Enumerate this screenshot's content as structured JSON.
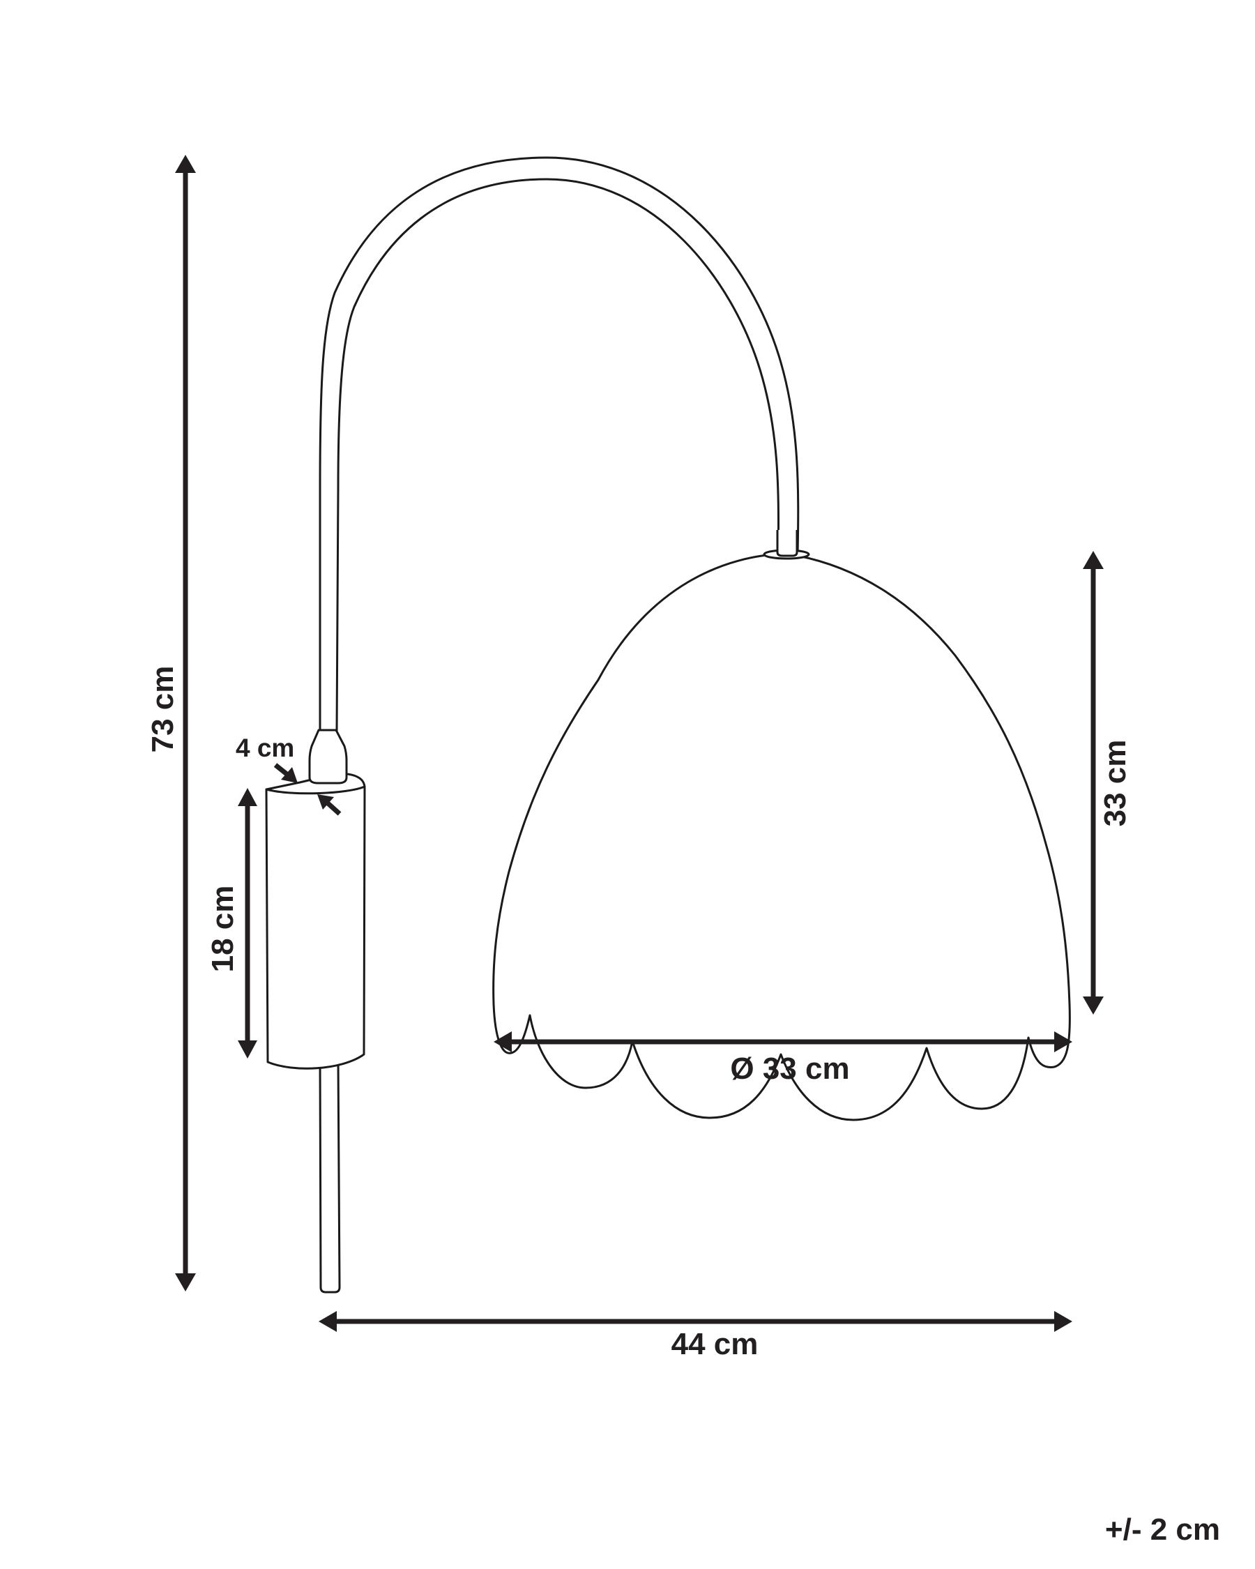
{
  "diagram": {
    "subject": "Arched wall lamp with scalloped shade",
    "colors": {
      "line": "#1a1a1a",
      "dimension": "#231f20",
      "background": "#ffffff"
    },
    "dimensions": {
      "total_height": {
        "label": "73 cm",
        "value": 73,
        "unit": "cm"
      },
      "total_width": {
        "label": "44 cm",
        "value": 44,
        "unit": "cm"
      },
      "shade_height": {
        "label": "33 cm",
        "value": 33,
        "unit": "cm"
      },
      "shade_diameter": {
        "label": "Ø 33 cm",
        "value": 33,
        "unit": "cm"
      },
      "base_height": {
        "label": "18 cm",
        "value": 18,
        "unit": "cm"
      },
      "base_depth": {
        "label": "4 cm",
        "value": 4,
        "unit": "cm"
      }
    },
    "tolerance": {
      "label": "+/- 2 cm"
    }
  }
}
